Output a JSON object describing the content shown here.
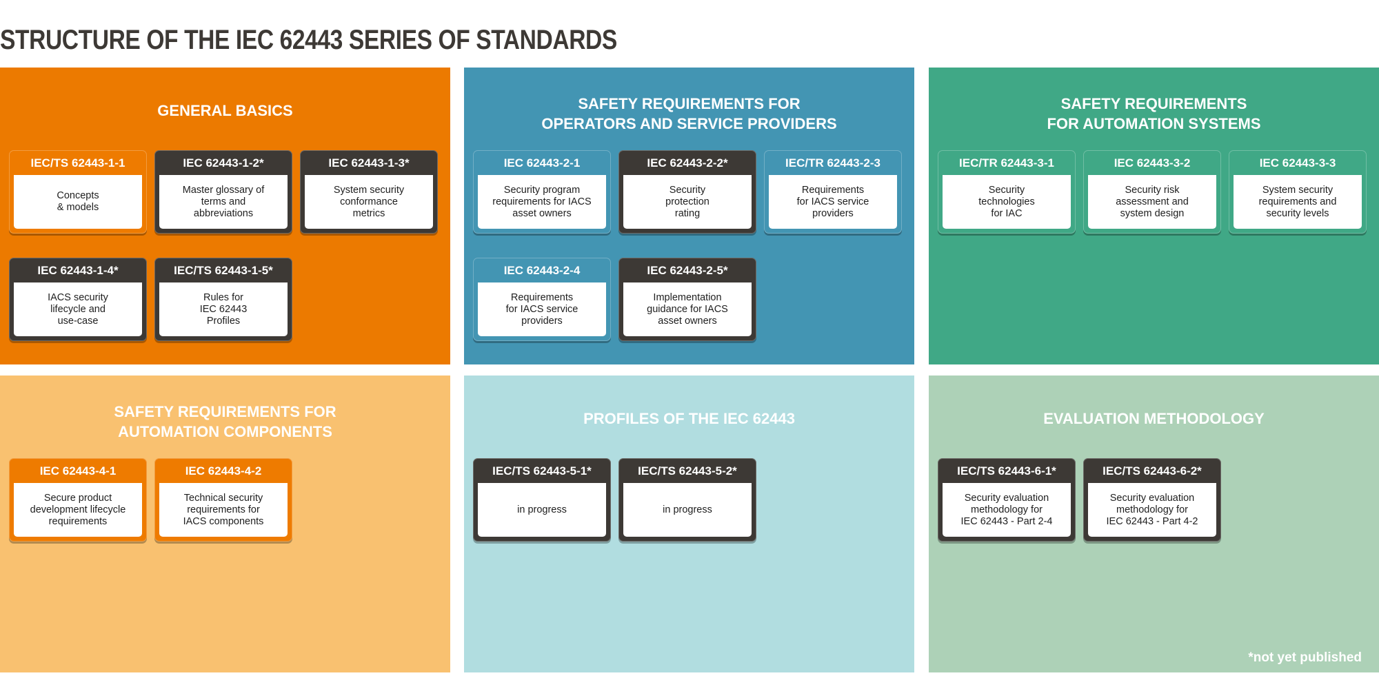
{
  "title": "STRUCTURE OF THE IEC 62443 SERIES OF STANDARDS",
  "footnote": "*not yet published",
  "colors": {
    "orange": "#ec7a00",
    "blue": "#4395b3",
    "green": "#40a886",
    "dark": "#3d3935",
    "light_orange": "#f9c170",
    "light_blue": "#b1dde0",
    "light_green": "#add1b7"
  },
  "panels": [
    {
      "title": "GENERAL BASICS",
      "bg": "#ec7a00",
      "cards": [
        {
          "id": "IEC/TS 62443-1-1",
          "desc": "Concepts\n& models",
          "header": "#ee7b00"
        },
        {
          "id": "IEC 62443-1-2*",
          "desc": "Master glossary of\nterms and\nabbreviations",
          "header": "#3d3935"
        },
        {
          "id": "IEC 62443-1-3*",
          "desc": "System security\nconformance\nmetrics",
          "header": "#3d3935"
        },
        {
          "id": "IEC 62443-1-4*",
          "desc": "IACS security\nlifecycle and\nuse-case",
          "header": "#3d3935"
        },
        {
          "id": "IEC/TS 62443-1-5*",
          "desc": "Rules for\nIEC 62443\nProfiles",
          "header": "#3d3935"
        }
      ]
    },
    {
      "title": "SAFETY REQUIREMENTS FOR\nOPERATORS AND SERVICE PROVIDERS",
      "bg": "#4395b3",
      "cards": [
        {
          "id": "IEC 62443-2-1",
          "desc": "Security program\nrequirements for IACS\nasset owners",
          "header": "#4395b3"
        },
        {
          "id": "IEC 62443-2-2*",
          "desc": "Security\nprotection\nrating",
          "header": "#3d3935"
        },
        {
          "id": "IEC/TR 62443-2-3",
          "desc": "Requirements\nfor IACS service\nproviders",
          "header": "#4395b3"
        },
        {
          "id": "IEC 62443-2-4",
          "desc": "Requirements\nfor IACS service\nproviders",
          "header": "#4395b3"
        },
        {
          "id": "IEC 62443-2-5*",
          "desc": "Implementation\nguidance for IACS\nasset owners",
          "header": "#3d3935"
        }
      ]
    },
    {
      "title": "SAFETY REQUIREMENTS\nFOR AUTOMATION SYSTEMS",
      "bg": "#40a886",
      "cards": [
        {
          "id": "IEC/TR 62443-3-1",
          "desc": "Security\ntechnologies\nfor IAC",
          "header": "#40a886"
        },
        {
          "id": "IEC 62443-3-2",
          "desc": "Security risk\nassessment and\nsystem design",
          "header": "#40a886"
        },
        {
          "id": "IEC 62443-3-3",
          "desc": "System security\nrequirements and\nsecurity levels",
          "header": "#40a886"
        }
      ]
    },
    {
      "title": "SAFETY REQUIREMENTS FOR\nAUTOMATION COMPONENTS",
      "bg": "#f9c170",
      "cards": [
        {
          "id": "IEC 62443-4-1",
          "desc": "Secure product\ndevelopment lifecycle\nrequirements",
          "header": "#ee7b00"
        },
        {
          "id": "IEC 62443-4-2",
          "desc": "Technical security\nrequirements for\nIACS components",
          "header": "#ee7b00"
        }
      ]
    },
    {
      "title": "PROFILES OF THE IEC 62443",
      "bg": "#b1dde0",
      "cards": [
        {
          "id": "IEC/TS 62443-5-1*",
          "desc": "in progress",
          "header": "#3d3935"
        },
        {
          "id": "IEC/TS 62443-5-2*",
          "desc": "in progress",
          "header": "#3d3935"
        }
      ]
    },
    {
      "title": "EVALUATION METHODOLOGY",
      "bg": "#add1b7",
      "cards": [
        {
          "id": "IEC/TS 62443-6-1*",
          "desc": "Security evaluation\nmethodology for\nIEC 62443 - Part 2-4",
          "header": "#3d3935"
        },
        {
          "id": "IEC/TS 62443-6-2*",
          "desc": "Security evaluation\nmethodology for\nIEC 62443 - Part 4-2",
          "header": "#3d3935"
        }
      ]
    }
  ]
}
